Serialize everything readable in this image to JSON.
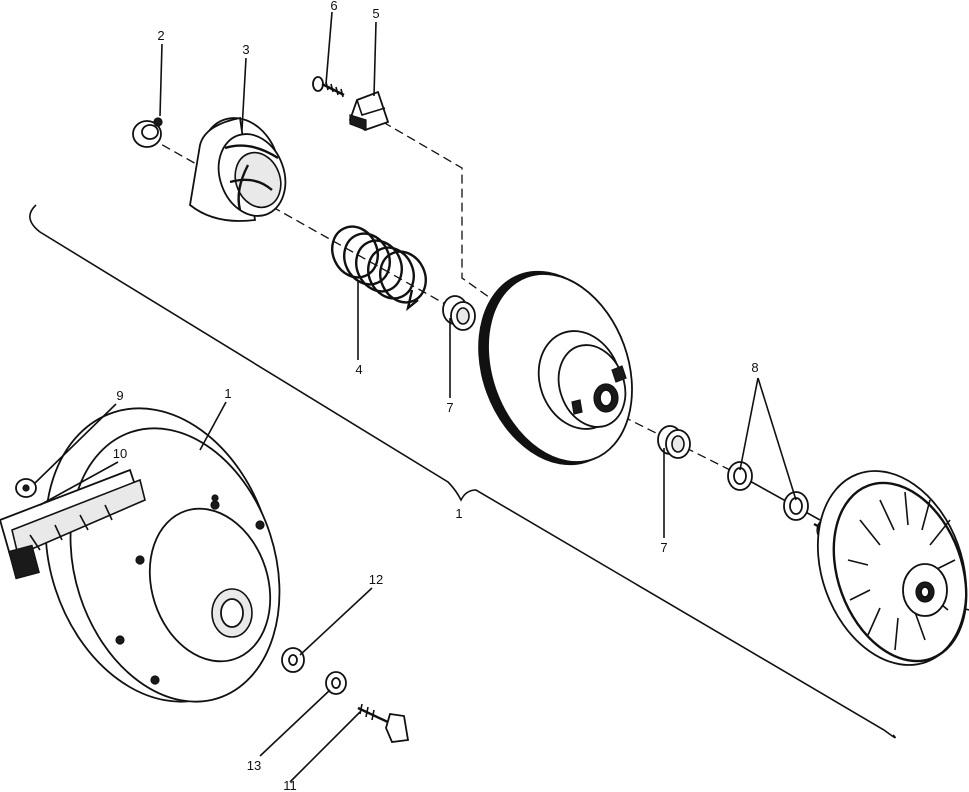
{
  "diagram": {
    "callouts": {
      "c1_top": "1",
      "c1_bracket": "1",
      "c2": "2",
      "c3": "3",
      "c4": "4",
      "c5": "5",
      "c6": "6",
      "c7_a": "7",
      "c7_b": "7",
      "c8": "8",
      "c9": "9",
      "c10": "10",
      "c11": "11",
      "c12": "12",
      "c13": "13"
    }
  }
}
